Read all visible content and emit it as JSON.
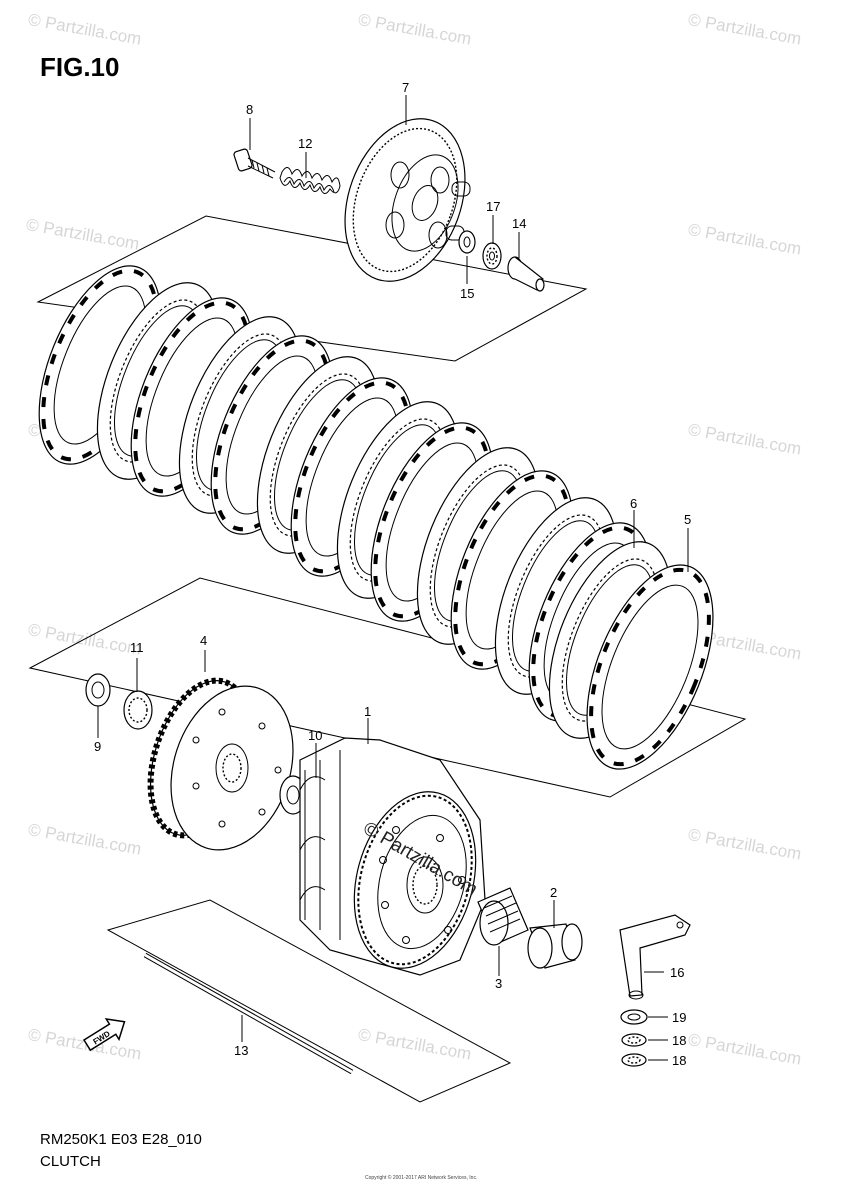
{
  "figure": {
    "title": "FIG.10"
  },
  "footer": {
    "model_code": "RM250K1 E03 E28_010",
    "section_name": "CLUTCH"
  },
  "copyright_note": "Copyright © 2001-2017 ARI Network Services, Inc.",
  "watermark": {
    "text": "© Partzilla.com",
    "center_text": "© Partzilla.com"
  },
  "direction_badge": {
    "label": "FWD"
  },
  "callouts": [
    {
      "id": "c1",
      "label": "1"
    },
    {
      "id": "c2",
      "label": "2"
    },
    {
      "id": "c3",
      "label": "3"
    },
    {
      "id": "c4",
      "label": "4"
    },
    {
      "id": "c5",
      "label": "5"
    },
    {
      "id": "c6",
      "label": "6"
    },
    {
      "id": "c7",
      "label": "7"
    },
    {
      "id": "c8",
      "label": "8"
    },
    {
      "id": "c9",
      "label": "9"
    },
    {
      "id": "c10",
      "label": "10"
    },
    {
      "id": "c11",
      "label": "11"
    },
    {
      "id": "c12",
      "label": "12"
    },
    {
      "id": "c13",
      "label": "13"
    },
    {
      "id": "c14",
      "label": "14"
    },
    {
      "id": "c15",
      "label": "15"
    },
    {
      "id": "c16",
      "label": "16"
    },
    {
      "id": "c17",
      "label": "17"
    },
    {
      "id": "c18a",
      "label": "18"
    },
    {
      "id": "c18b",
      "label": "18"
    },
    {
      "id": "c19",
      "label": "19"
    }
  ]
}
